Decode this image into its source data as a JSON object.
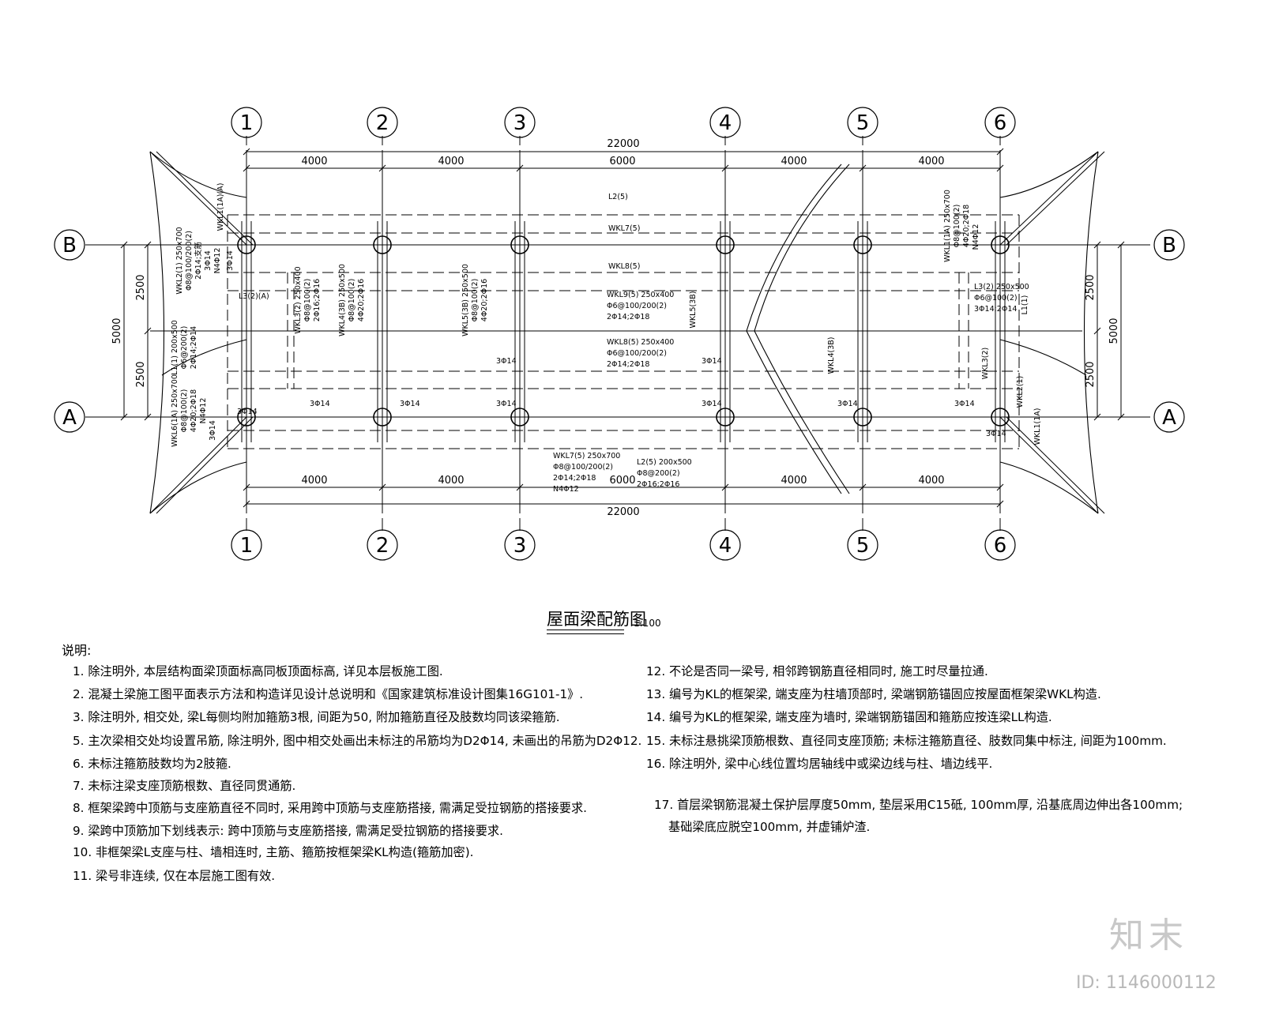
{
  "axes": {
    "columns": [
      "1",
      "2",
      "3",
      "4",
      "5",
      "6"
    ],
    "rows": [
      "A",
      "B"
    ]
  },
  "dims": {
    "total": "22000",
    "top_spans": [
      "4000",
      "4000",
      "6000",
      "4000",
      "4000"
    ],
    "bottom_spans": [
      "4000",
      "4000",
      "6000",
      "4000",
      "4000"
    ],
    "side_half": "2500",
    "side_total": "5000"
  },
  "beam_labels": [
    "WKL1(1A)(A)",
    "WKL2(1) 250x700",
    "Φ8@100/200(2)",
    "2Φ14;支筋",
    "3Φ14",
    "N4Φ12",
    "3Φ14",
    "L3(2)(A)",
    "L1(1) 200x500",
    "Φ6@200(2)",
    "2Φ14;2Φ14",
    "WKL6(1A) 250x700",
    "Φ8@100(2)",
    "4Φ20;2Φ18",
    "N4Φ12",
    "3Φ14",
    "WKL3(2) 250x400",
    "Φ8@100(2)",
    "2Φ16;2Φ16",
    "WKL4(3B) 250x500",
    "Φ8@100(2)",
    "4Φ20;2Φ16",
    "WKL5(3B) 250x500",
    "Φ8@100(2)",
    "4Φ20;2Φ16",
    "L2(5)",
    "WKL7(5)",
    "WKL8(5)",
    "WKL9(5) 250x400",
    "Φ6@100/200(2)",
    "2Φ14;2Φ18",
    "WKL8(5) 250x400",
    "Φ6@100/200(2)",
    "2Φ14;2Φ18",
    "WKL5(3B)",
    "WKL4(3B)",
    "WKL1(1A) 250x700",
    "Φ8@100(2)",
    "4Φ20;2Φ18",
    "N4Φ12",
    "L3(2) 250x500",
    "Φ6@100(2)",
    "3Φ14;2Φ14",
    "L1(1)",
    "WKL3(2)",
    "WKL2(1)",
    "WKL1(1A)",
    "3Φ14",
    "3Φ14",
    "3Φ14",
    "3Φ14",
    "3Φ14",
    "3Φ14",
    "3Φ14",
    "3Φ14",
    "3Φ14",
    "3Φ14",
    "WKL7(5) 250x700",
    "Φ8@100/200(2)",
    "2Φ14;2Φ18",
    "N4Φ12",
    "L2(5) 200x500",
    "Φ8@200(2)",
    "2Φ16;2Φ16"
  ],
  "title": "屋面梁配筋图",
  "title_scale": "1:100",
  "notes_heading": "说明:",
  "notes_left": [
    "1. 除注明外, 本层结构面梁顶面标高同板顶面标高, 详见本层板施工图.",
    "2. 混凝土梁施工图平面表示方法和构造详见设计总说明和《国家建筑标准设计图集16G101-1》.",
    "3. 除注明外, 相交处, 梁L每侧均附加箍筋3根, 间距为50, 附加箍筋直径及肢数均同该梁箍筋.",
    "5. 主次梁相交处均设置吊筋, 除注明外, 图中相交处画出未标注的吊筋均为D2Φ14, 未画出的吊筋为D2Φ12.",
    "6. 未标注箍筋肢数均为2肢箍.",
    "7. 未标注梁支座顶筋根数、直径同贯通筋.",
    "8. 框架梁跨中顶筋与支座筋直径不同时, 采用跨中顶筋与支座筋搭接, 需满足受拉钢筋的搭接要求.",
    "9. 梁跨中顶筋加下划线表示: 跨中顶筋与支座筋搭接, 需满足受拉钢筋的搭接要求.",
    "10. 非框架梁L支座与柱、墙相连时, 主筋、箍筋按框架梁KL构造(箍筋加密).",
    "11. 梁号非连续, 仅在本层施工图有效."
  ],
  "notes_right": [
    "12. 不论是否同一梁号, 相邻跨钢筋直径相同时, 施工时尽量拉通.",
    "13. 编号为KL的框架梁, 端支座为柱墙顶部时, 梁端钢筋锚固应按屋面框架梁WKL构造.",
    "14. 编号为KL的框架梁, 端支座为墙时, 梁端钢筋锚固和箍筋应按连梁LL构造.",
    "15. 未标注悬挑梁顶筋根数、直径同支座顶筋; 未标注箍筋直径、肢数同集中标注, 间距为100mm.",
    "16. 除注明外, 梁中心线位置均居轴线中或梁边线与柱、墙边线平.",
    "17. 首层梁钢筋混凝土保护层厚度50mm, 垫层采用C15砥, 100mm厚, 沿基底周边伸出各100mm;",
    "基础梁底应脱空100mm, 并虚铺炉渣."
  ],
  "brand_logo": "知末",
  "image_id": "ID: 1146000112",
  "colors": {
    "line": "#000000",
    "watermark": "#c8c8c8"
  }
}
